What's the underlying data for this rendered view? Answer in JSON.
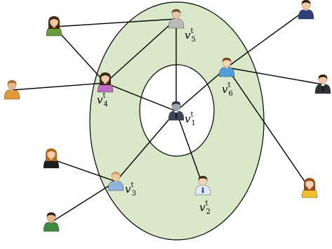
{
  "graph": {
    "outer_fill": "#d9e8c9",
    "outer_stroke": "#000000",
    "inner_fill": "#ffffff",
    "edge_color": "#000000",
    "nodes": [
      {
        "id": "v1",
        "base": "v",
        "sub": "1",
        "sup": "t",
        "icon": "businessman-icon",
        "skin": "#9fa4b3",
        "shirt": "#3c4659",
        "hair": "#2b2f3a"
      },
      {
        "id": "v2",
        "base": "v",
        "sub": "2",
        "sup": "t",
        "icon": "man-tie-icon",
        "skin": "#f4d2b2",
        "shirt": "#dfe9f5",
        "hair": "#3a2a1a"
      },
      {
        "id": "v3",
        "base": "v",
        "sub": "3",
        "sup": "t",
        "icon": "man-icon",
        "skin": "#f0c8a0",
        "shirt": "#8fb3dc",
        "hair": "#c9a26a"
      },
      {
        "id": "v4",
        "base": "v",
        "sub": "4",
        "sup": "t",
        "icon": "woman-icon",
        "skin": "#f2c9a6",
        "shirt": "#c06cbf",
        "hair": "#3a2416"
      },
      {
        "id": "v5",
        "base": "v",
        "sub": "5",
        "sup": "t",
        "icon": "man-icon",
        "skin": "#e6c7a8",
        "shirt": "#b9b9b9",
        "hair": "#6b4b2a"
      },
      {
        "id": "v6",
        "base": "v",
        "sub": "6",
        "sup": "t",
        "icon": "man-icon",
        "skin": "#f5d2b0",
        "shirt": "#4f9ed9",
        "hair": "#7a4a20"
      },
      {
        "id": "p_a",
        "icon": "woman-icon",
        "skin": "#f1c7a0",
        "shirt": "#6a9a3a",
        "hair": "#4a2a14"
      },
      {
        "id": "p_b",
        "icon": "man-icon",
        "skin": "#e8b48a",
        "shirt": "#e09a3a",
        "hair": "#a06a2a"
      },
      {
        "id": "p_c",
        "icon": "woman-icon",
        "skin": "#f3cda8",
        "shirt": "#1c1c1c",
        "hair": "#b06a20"
      },
      {
        "id": "p_d",
        "icon": "man-icon",
        "skin": "#e8b48a",
        "shirt": "#3f8a3f",
        "hair": "#2a1a0e"
      },
      {
        "id": "p_e",
        "icon": "man-icon",
        "skin": "#f0c8a0",
        "shirt": "#2e3f7a",
        "hair": "#2a1a0e"
      },
      {
        "id": "p_f",
        "icon": "businessman-icon",
        "skin": "#f0c8a0",
        "shirt": "#2f3338",
        "hair": "#2a1a0e"
      },
      {
        "id": "p_g",
        "icon": "woman-icon",
        "skin": "#f5d2b0",
        "shirt": "#f0c030",
        "hair": "#9a4a18"
      }
    ],
    "edges": [
      [
        "p_a",
        "v5"
      ],
      [
        "p_a",
        "v4"
      ],
      [
        "v5",
        "v4"
      ],
      [
        "v5",
        "v1"
      ],
      [
        "p_e",
        "v6"
      ],
      [
        "v6",
        "p_f"
      ],
      [
        "v6",
        "p_g"
      ],
      [
        "v6",
        "v1"
      ],
      [
        "p_b",
        "v4"
      ],
      [
        "v4",
        "v1"
      ],
      [
        "v1",
        "v3"
      ],
      [
        "v1",
        "v2"
      ],
      [
        "p_c",
        "v3"
      ],
      [
        "p_d",
        "v3"
      ]
    ]
  }
}
